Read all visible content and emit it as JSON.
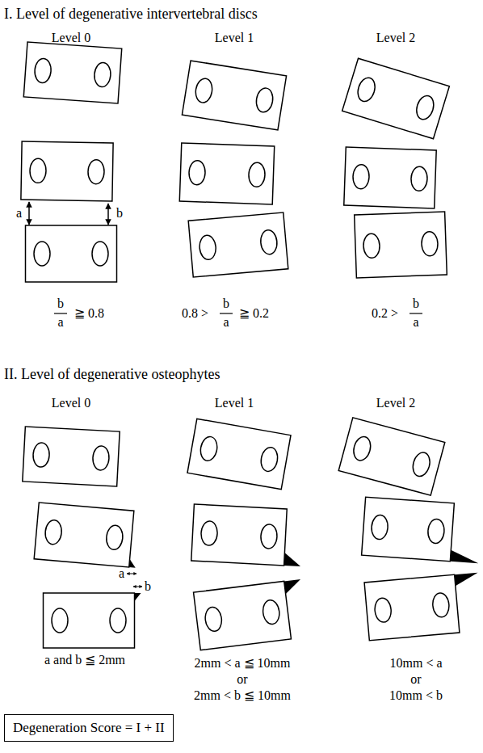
{
  "diagram": {
    "nodes": [
      {
        "text": [
          "Degeneration Score = I + II"
        ]
      }
    ],
    "labels": [
      "I. Level of degenerative intervertebral discs",
      "Level 0",
      "Level 1",
      "Level 2",
      "a",
      "b",
      "b",
      "a",
      "≧ 0.8",
      "0.8 >",
      "b",
      "a",
      "≧ 0.2",
      "0.2 >",
      "b",
      "a",
      "II. Level of degenerative osteophytes",
      "Level 0",
      "Level 1",
      "Level 2",
      "a",
      "b",
      "a and b ≦ 2mm",
      "2mm < a ≦ 10mm",
      "or",
      "2mm < b ≦ 10mm",
      "10mm < a",
      "or",
      "10mm < b"
    ]
  }
}
